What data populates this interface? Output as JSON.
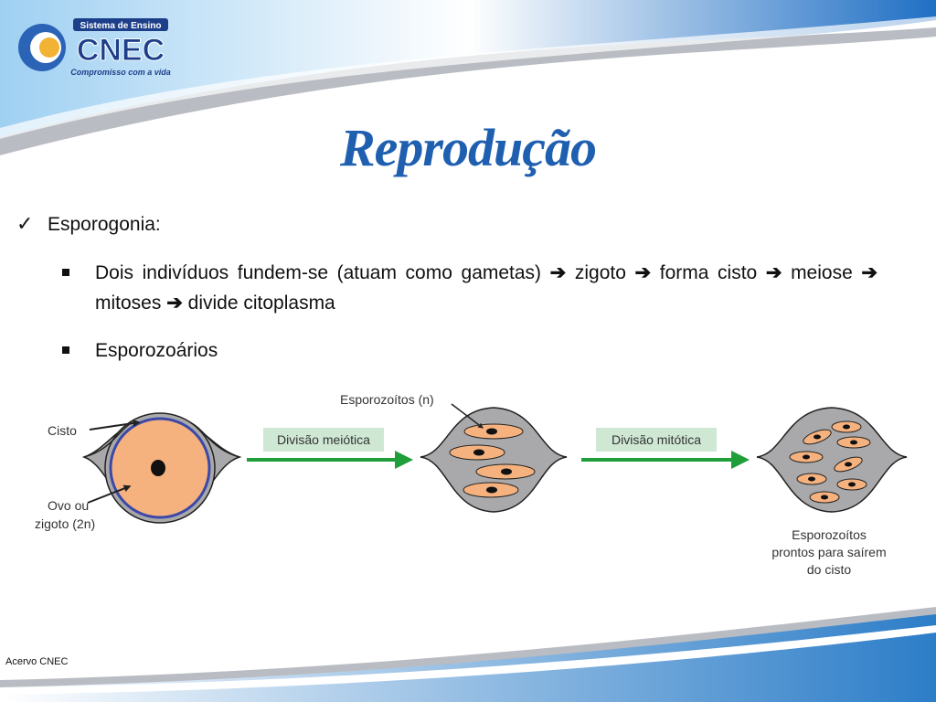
{
  "logo": {
    "top_text": "Sistema de Ensino",
    "brand": "CNEC",
    "slogan": "Compromisso com a vida"
  },
  "title": "Reprodução",
  "bullet1": {
    "marker": "✓",
    "text": "Esporogonia:"
  },
  "bullet2": {
    "parts": [
      "Dois indivíduos fundem-se (atuam como gametas)",
      "zigoto",
      "forma cisto",
      "meiose",
      "mitoses",
      "divide citoplasma"
    ],
    "arrow": "➔"
  },
  "bullet3": {
    "text": "Esporozoários"
  },
  "diagram": {
    "label_cisto": "Cisto",
    "label_ovo_1": "Ovo ou",
    "label_ovo_2": "zigoto (2n)",
    "label_esporozoitos_n": "Esporozoítos (n)",
    "step1": "Divisão meiótica",
    "step2": "Divisão mitótica",
    "label_prontos_1": "Esporozoítos",
    "label_prontos_2": "prontos para saírem",
    "label_prontos_3": "do cisto"
  },
  "footer": "Acervo CNEC",
  "colors": {
    "title": "#1f5fb0",
    "arrow_green": "#1f9e3a",
    "step_bg": "#cfe8d4",
    "cell_fill": "#f6b27e",
    "cyst_fill": "#a9a9ab",
    "cyst_ring": "#3b48a8",
    "header_blue": "#2c7dc8"
  }
}
